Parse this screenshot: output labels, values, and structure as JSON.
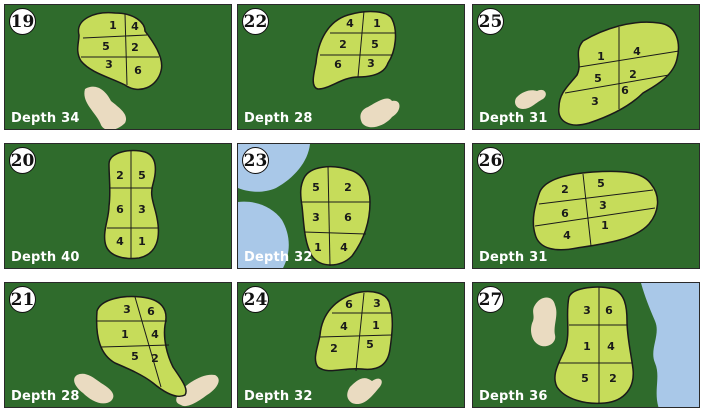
{
  "colors": {
    "fairway": "#2f6b2c",
    "green": "#c6dc5a",
    "sand": "#eadbc1",
    "water": "#a9c8e8",
    "outline": "#1a1a1a"
  },
  "holes": [
    {
      "number": "19",
      "depth": "Depth 34",
      "zones": [
        "1",
        "4",
        "5",
        "2",
        "3",
        "6"
      ]
    },
    {
      "number": "22",
      "depth": "Depth 28",
      "zones": [
        "4",
        "1",
        "2",
        "5",
        "6",
        "3"
      ]
    },
    {
      "number": "25",
      "depth": "Depth 31",
      "zones": [
        "1",
        "4",
        "5",
        "2",
        "6",
        "3"
      ]
    },
    {
      "number": "20",
      "depth": "Depth 40",
      "zones": [
        "2",
        "5",
        "6",
        "3",
        "4",
        "1"
      ]
    },
    {
      "number": "23",
      "depth": "Depth 32",
      "zones": [
        "5",
        "2",
        "3",
        "6",
        "1",
        "4"
      ]
    },
    {
      "number": "26",
      "depth": "Depth 31",
      "zones": [
        "2",
        "5",
        "6",
        "3",
        "1",
        "4"
      ]
    },
    {
      "number": "21",
      "depth": "Depth 28",
      "zones": [
        "3",
        "6",
        "1",
        "4",
        "5",
        "2"
      ]
    },
    {
      "number": "24",
      "depth": "Depth 32",
      "zones": [
        "6",
        "3",
        "4",
        "1",
        "2",
        "5"
      ]
    },
    {
      "number": "27",
      "depth": "Depth 36",
      "zones": [
        "3",
        "6",
        "1",
        "4",
        "5",
        "2"
      ]
    }
  ]
}
